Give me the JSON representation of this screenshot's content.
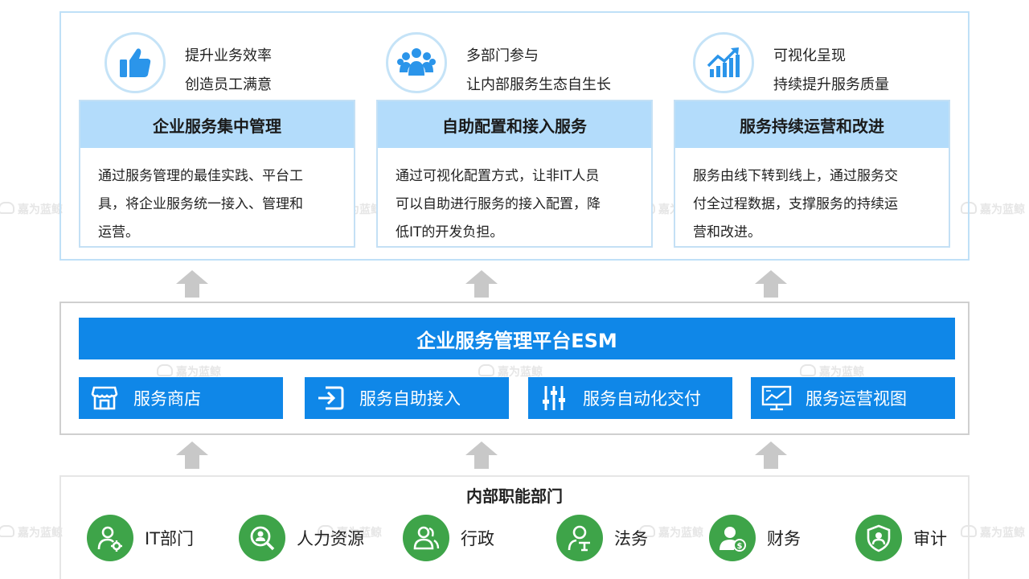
{
  "watermark": "嘉为蓝鲸",
  "goals": [
    {
      "icon": "thumbs-up-icon",
      "line1": "提升业务效率",
      "line2": "创造员工满意"
    },
    {
      "icon": "people-group-icon",
      "line1": "多部门参与",
      "line2": "让内部服务生态自生长"
    },
    {
      "icon": "growth-chart-icon",
      "line1": "可视化呈现",
      "line2": "持续提升服务质量"
    }
  ],
  "cards": [
    {
      "title": "企业服务集中管理",
      "lines": [
        "通过服务管理的最佳实践、平台工",
        "具，将企业服务统一接入、管理和",
        "运营。"
      ]
    },
    {
      "title": "自助配置和接入服务",
      "lines": [
        "通过可视化配置方式，让非IT人员",
        "可以自助进行服务的接入配置，降",
        "低IT的开发负担。"
      ]
    },
    {
      "title": "服务持续运营和改进",
      "lines": [
        "服务由线下转到线上，通过服务交",
        "付全过程数据，支撑服务的持续运",
        "营和改进。"
      ]
    }
  ],
  "platform": {
    "title": "企业服务管理平台ESM"
  },
  "modules": [
    {
      "icon": "store-icon",
      "label": "服务商店"
    },
    {
      "icon": "login-icon",
      "label": "服务自助接入"
    },
    {
      "icon": "sliders-icon",
      "label": "服务自动化交付"
    },
    {
      "icon": "monitor-chart-icon",
      "label": "服务运营视图"
    }
  ],
  "departments": {
    "title": "内部职能部门",
    "items": [
      {
        "icon": "it-person-gear-icon",
        "label": "IT部门"
      },
      {
        "icon": "hr-search-icon",
        "label": "人力资源"
      },
      {
        "icon": "admin-people-icon",
        "label": "行政"
      },
      {
        "icon": "legal-person-icon",
        "label": "法务"
      },
      {
        "icon": "finance-person-icon",
        "label": "财务"
      },
      {
        "icon": "audit-shield-icon",
        "label": "审计"
      }
    ]
  },
  "colors": {
    "primary_blue": "#0f87e8",
    "card_header": "#b3dcfb",
    "dept_green": "#3ea449",
    "arrow_gray": "#c8c8c8",
    "icon_blue": "#2b95ea"
  }
}
